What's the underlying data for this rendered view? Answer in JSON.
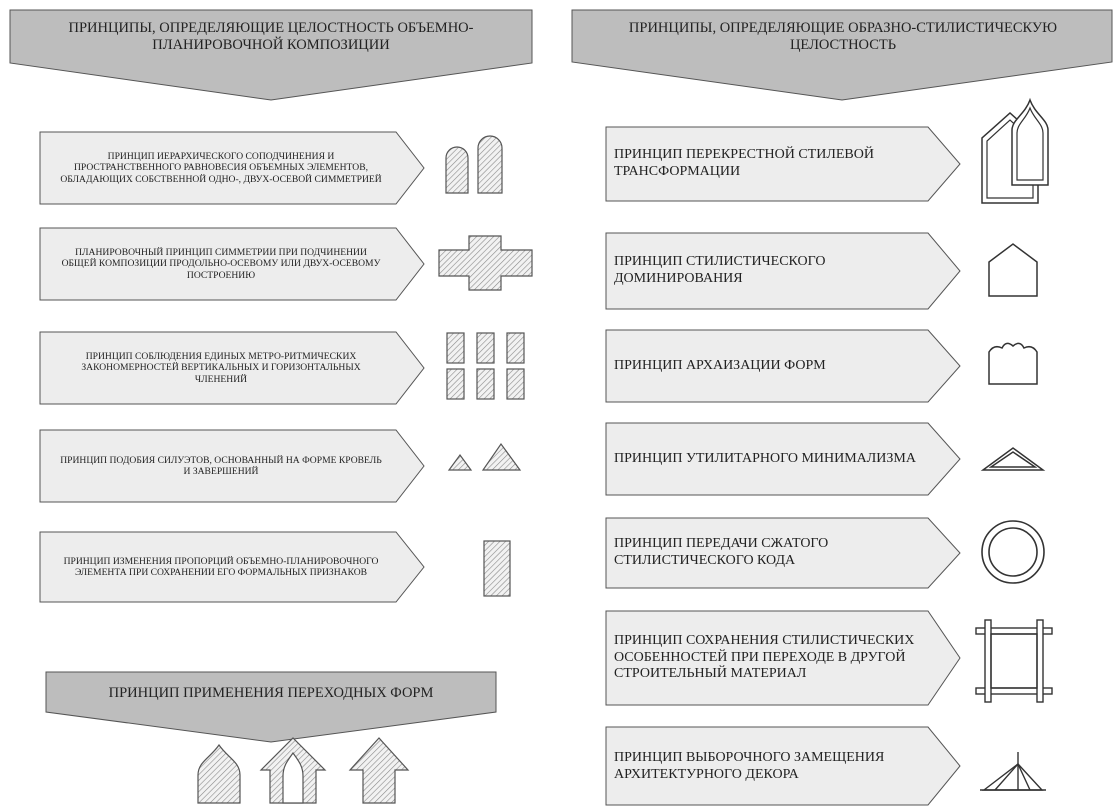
{
  "left_header": "ПРИНЦИПЫ, ОПРЕДЕЛЯЮЩИЕ ЦЕЛОСТНОСТЬ ОБЪЕМНО-ПЛАНИРОВОЧНОЙ КОМПОЗИЦИИ",
  "right_header": "ПРИНЦИПЫ, ОПРЕДЕЛЯЮЩИЕ ОБРАЗНО-СТИЛИСТИЧЕСКУЮ ЦЕЛОСТНОСТЬ",
  "left_principles": [
    {
      "text": "ПРИНЦИП ИЕРАРХИЧЕСКОГО СОПОДЧИНЕНИЯ И ПРОСТРАНСТВЕННОГО РАВНОВЕСИЯ ОБЪЕМНЫХ ЭЛЕМЕНТОВ, ОБЛАДАЮЩИХ СОБСТВЕННОЙ ОДНО-, ДВУХ-ОСЕВОЙ СИММЕТРИЕЙ",
      "icon": "two-arched-towers-icon"
    },
    {
      "text": "ПЛАНИРОВОЧНЫЙ ПРИНЦИП СИММЕТРИИ ПРИ ПОДЧИНЕНИИ ОБЩЕЙ КОМПОЗИЦИИ ПРОДОЛЬНО-ОСЕВОМУ ИЛИ ДВУХ-ОСЕВОМУ ПОСТРОЕНИЮ",
      "icon": "cross-plan-icon"
    },
    {
      "text": "ПРИНЦИП СОБЛЮДЕНИЯ ЕДИНЫХ МЕТРО-РИТМИЧЕСКИХ ЗАКОНОМЕРНОСТЕЙ ВЕРТИКАЛЬНЫХ И ГОРИЗОНТАЛЬНЫХ ЧЛЕНЕНИЙ",
      "icon": "rhythm-grid-icon"
    },
    {
      "text": "ПРИНЦИП ПОДОБИЯ СИЛУЭТОВ, ОСНОВАННЫЙ НА ФОРМЕ КРОВЕЛЬ И ЗАВЕРШЕНИЙ",
      "icon": "two-triangles-icon"
    },
    {
      "text": "ПРИНЦИП ИЗМЕНЕНИЯ ПРОПОРЦИЙ ОБЪЕМНО-ПЛАНИРОВОЧНОГО ЭЛЕМЕНТА ПРИ СОХРАНЕНИИ ЕГО ФОРМАЛЬНЫХ ПРИЗНАКОВ",
      "icon": "tall-rectangle-icon"
    }
  ],
  "transition_header": "ПРИНЦИП ПРИМЕНЕНИЯ ПЕРЕХОДНЫХ ФОРМ",
  "transition_icons": [
    "onion-dome-icon",
    "arched-house-icon",
    "house-arrow-icon"
  ],
  "right_principles": [
    {
      "text": "ПРИНЦИП ПЕРЕКРЕСТНОЙ СТИЛЕВОЙ ТРАНСФОРМАЦИИ",
      "icon": "house-and-dome-outline-icon"
    },
    {
      "text": "ПРИНЦИП СТИЛИСТИЧЕСКОГО ДОМИНИРОВАНИЯ",
      "icon": "house-outline-icon"
    },
    {
      "text": "ПРИНЦИП АРХАИЗАЦИИ ФОРМ",
      "icon": "scalloped-frame-icon"
    },
    {
      "text": "ПРИНЦИП УТИЛИТАРНОГО МИНИМАЛИЗМА",
      "icon": "flat-gable-icon"
    },
    {
      "text": "ПРИНЦИП ПЕРЕДАЧИ СЖАТОГО СТИЛИСТИЧЕСКОГО КОДА",
      "icon": "double-circle-icon"
    },
    {
      "text": "ПРИНЦИП СОХРАНЕНИЯ СТИЛИСТИЧЕСКИХ ОСОБЕННОСТЕЙ ПРИ ПЕРЕХОДЕ В ДРУГОЙ СТРОИТЕЛЬНЫЙ МАТЕРИАЛ",
      "icon": "log-frame-icon"
    },
    {
      "text": "ПРИНЦИП ВЫБОРОЧНОГО ЗАМЕЩЕНИЯ АРХИТЕКТУРНОГО ДЕКОРА",
      "icon": "gable-truss-icon"
    }
  ],
  "colors": {
    "header_fill": "#bdbdbd",
    "box_fill": "#ededed",
    "stroke": "#555555"
  }
}
